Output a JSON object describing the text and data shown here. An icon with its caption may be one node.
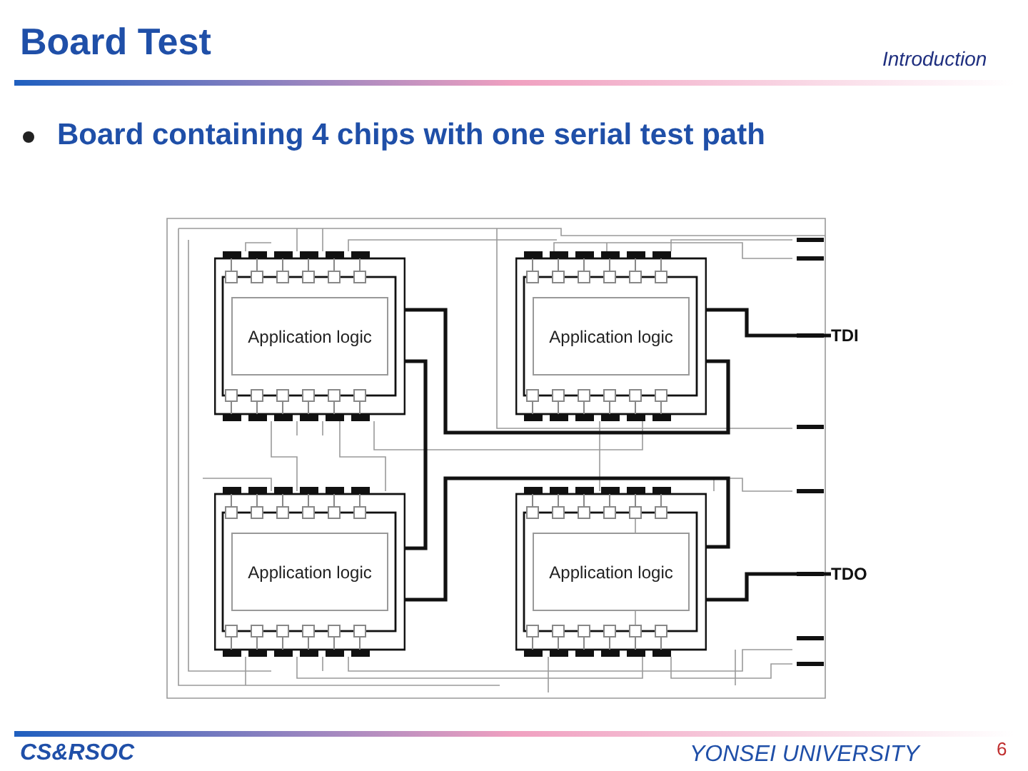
{
  "diagram": {
    "title": "Board Test",
    "nodes": [
      {
        "text": [],
        "shape": "box"
      },
      {
        "text": [
          "Application logic"
        ],
        "in": 0
      },
      {
        "text": [],
        "shape": "box"
      },
      {
        "text": [
          "Application logic"
        ],
        "in": 2
      },
      {
        "text": [],
        "shape": "box"
      },
      {
        "text": [
          "Application logic"
        ],
        "in": 4
      },
      {
        "text": [],
        "shape": "box"
      },
      {
        "text": [
          "Application logic"
        ],
        "in": 6
      },
      {
        "text": [
          "TDI"
        ]
      },
      {
        "text": [
          "TDO"
        ]
      }
    ],
    "edges": [
      {
        "from": 8,
        "to": 2,
        "arrow": "none"
      },
      {
        "from": 2,
        "to": 0,
        "arrow": "none"
      },
      {
        "from": 0,
        "to": 4,
        "arrow": "none"
      },
      {
        "from": 4,
        "to": 6,
        "arrow": "none"
      },
      {
        "from": 6,
        "to": 9,
        "arrow": "none"
      }
    ],
    "labels": [
      "Introduction",
      "Board containing 4 chips with one serial test path",
      "CS&RSOC",
      "YONSEI UNIVERSITY",
      "6"
    ]
  }
}
